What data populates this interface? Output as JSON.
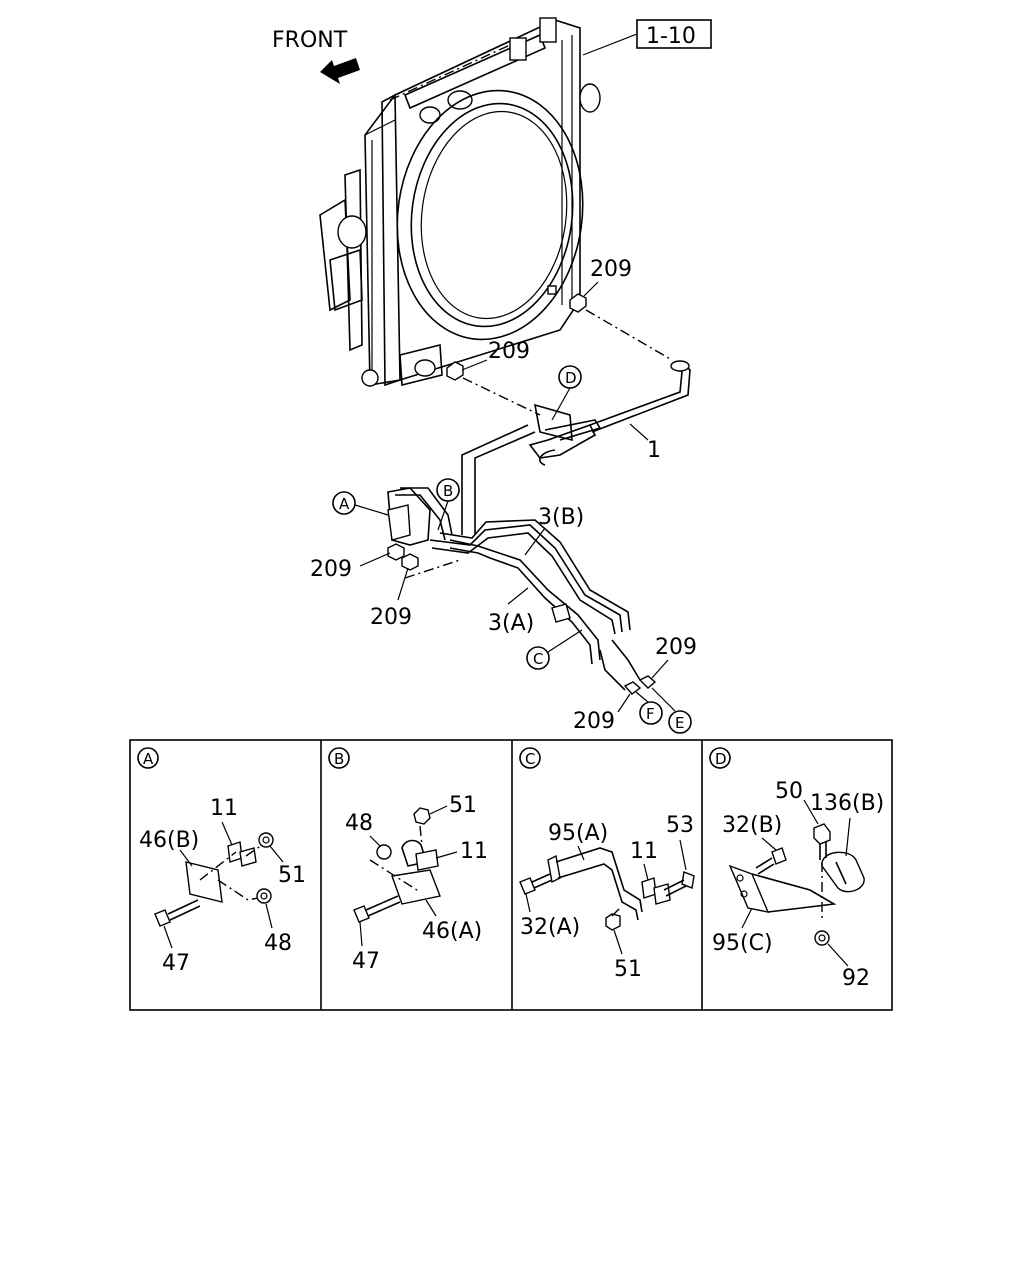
{
  "front_label": "FRONT",
  "ref_box": "1-10",
  "callouts": {
    "c209_top": "209",
    "c209_mid": "209",
    "c209_left": "209",
    "c209_left2": "209",
    "c209_right": "209",
    "c209_bottom": "209",
    "pipe_1": "1",
    "pipe_3b": "3(B)",
    "pipe_3a": "3(A)"
  },
  "circle_markers": {
    "a": "A",
    "b": "B",
    "c": "C",
    "d": "D",
    "e": "E",
    "f": "F"
  },
  "detail_panels": [
    {
      "marker": "A",
      "labels": {
        "p11": "11",
        "p46b": "46(B)",
        "p51": "51",
        "p47": "47",
        "p48": "48"
      }
    },
    {
      "marker": "B",
      "labels": {
        "p48": "48",
        "p51": "51",
        "p11": "11",
        "p47": "47",
        "p46a": "46(A)"
      }
    },
    {
      "marker": "C",
      "labels": {
        "p95a": "95(A)",
        "p53": "53",
        "p11": "11",
        "p32a": "32(A)",
        "p51": "51"
      }
    },
    {
      "marker": "D",
      "labels": {
        "p50": "50",
        "p136b": "136(B)",
        "p32b": "32(B)",
        "p95c": "95(C)",
        "p92": "92"
      }
    }
  ]
}
